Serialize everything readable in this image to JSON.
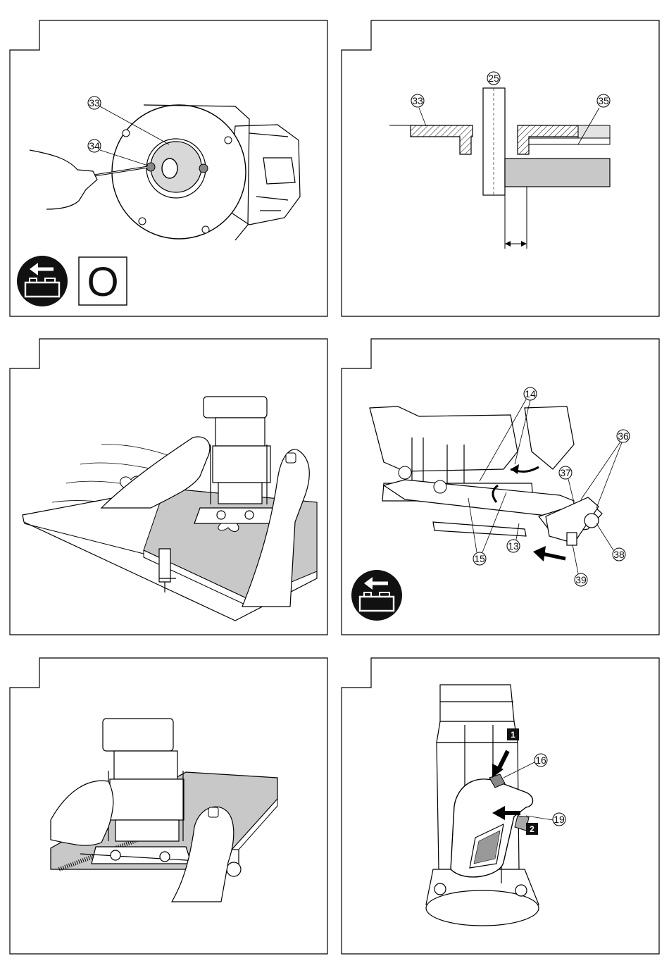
{
  "panels": [
    {
      "id": "fig-1",
      "callouts": [
        "33",
        "34"
      ],
      "mode_letter": "O",
      "icons": [
        "battery-removed-icon"
      ]
    },
    {
      "id": "fig-2",
      "callouts": [
        "25",
        "33",
        "35"
      ]
    },
    {
      "id": "fig-3",
      "callouts": []
    },
    {
      "id": "fig-4",
      "callouts": [
        "14",
        "15",
        "13",
        "36",
        "37",
        "38",
        "39"
      ],
      "icons": [
        "battery-removed-icon"
      ]
    },
    {
      "id": "fig-5",
      "callouts": []
    },
    {
      "id": "fig-6",
      "callouts": [
        "16",
        "19"
      ],
      "steps": [
        "1",
        "2"
      ]
    }
  ]
}
